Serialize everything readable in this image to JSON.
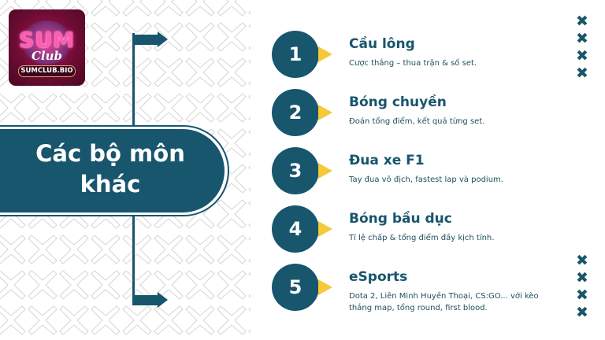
{
  "logo": {
    "brand": "SUM",
    "sub": "Club",
    "url": "SUMCLUB.BIO"
  },
  "banner": {
    "title": "Các bộ môn khác"
  },
  "colors": {
    "primary": "#17566d",
    "accent": "#f5c93a",
    "text": "#1f4f5f",
    "background": "#ffffff"
  },
  "items": [
    {
      "number": "1",
      "title": "Cầu lông",
      "description": "Cược thắng – thua trận & số set."
    },
    {
      "number": "2",
      "title": "Bóng chuyền",
      "description": "Đoán tổng điểm, kết quả từng set."
    },
    {
      "number": "3",
      "title": "Đua xe F1",
      "description": "Tay đua vô địch, fastest lap và podium."
    },
    {
      "number": "4",
      "title": "Bóng bầu dục",
      "description": "Tỉ lệ chấp & tổng điểm đầy kịch tính."
    },
    {
      "number": "5",
      "title": "eSports",
      "description": "Dota 2, Liên Minh Huyền Thoại, CS:GO... với kèo thắng map, tổng round, first blood."
    }
  ],
  "decorations": {
    "x_glyph": "✖"
  }
}
